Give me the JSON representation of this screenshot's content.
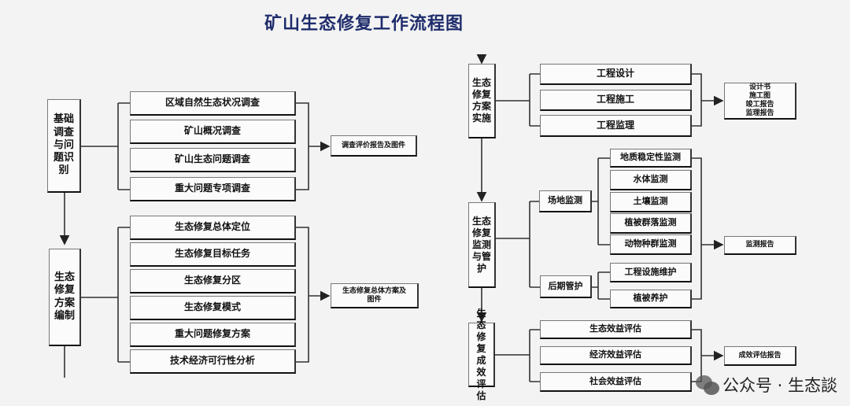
{
  "title": "矿山生态修复工作流程图",
  "left": {
    "stage1": {
      "label": "基础调查与问题识别",
      "items": [
        "区域自然生态状况调查",
        "矿山概况调查",
        "矿山生态问题调查",
        "重大问题专项调查"
      ],
      "output": "调查评价报告及图件"
    },
    "stage2": {
      "label": "生态修复方案编制",
      "items": [
        "生态修复总体定位",
        "生态修复目标任务",
        "生态修复分区",
        "生态修复模式",
        "重大问题修复方案",
        "技术经济可行性分析"
      ],
      "output": "生态修复总体方案及图件"
    }
  },
  "right": {
    "stage3": {
      "label": "生态修复方案实施",
      "items": [
        "工程设计",
        "工程施工",
        "工程监理"
      ],
      "output": [
        "设计书",
        "施工图",
        "竣工报告",
        "监理报告"
      ]
    },
    "stage4": {
      "label": "生态修复监测与管护",
      "site": {
        "label": "场地监测",
        "items": [
          "地质稳定性监测",
          "水体监测",
          "土壤监测",
          "植被群落监测",
          "动物种群监测"
        ]
      },
      "care": {
        "label": "后期管护",
        "items": [
          "工程设施维护",
          "植被养护"
        ]
      },
      "output": "监测报告"
    },
    "stage5": {
      "label": "生态修复成效评估",
      "items": [
        "生态效益评估",
        "经济效益评估",
        "社会效益评估"
      ],
      "output": "成效评估报告"
    }
  },
  "watermark": "公众号 · 生态談"
}
